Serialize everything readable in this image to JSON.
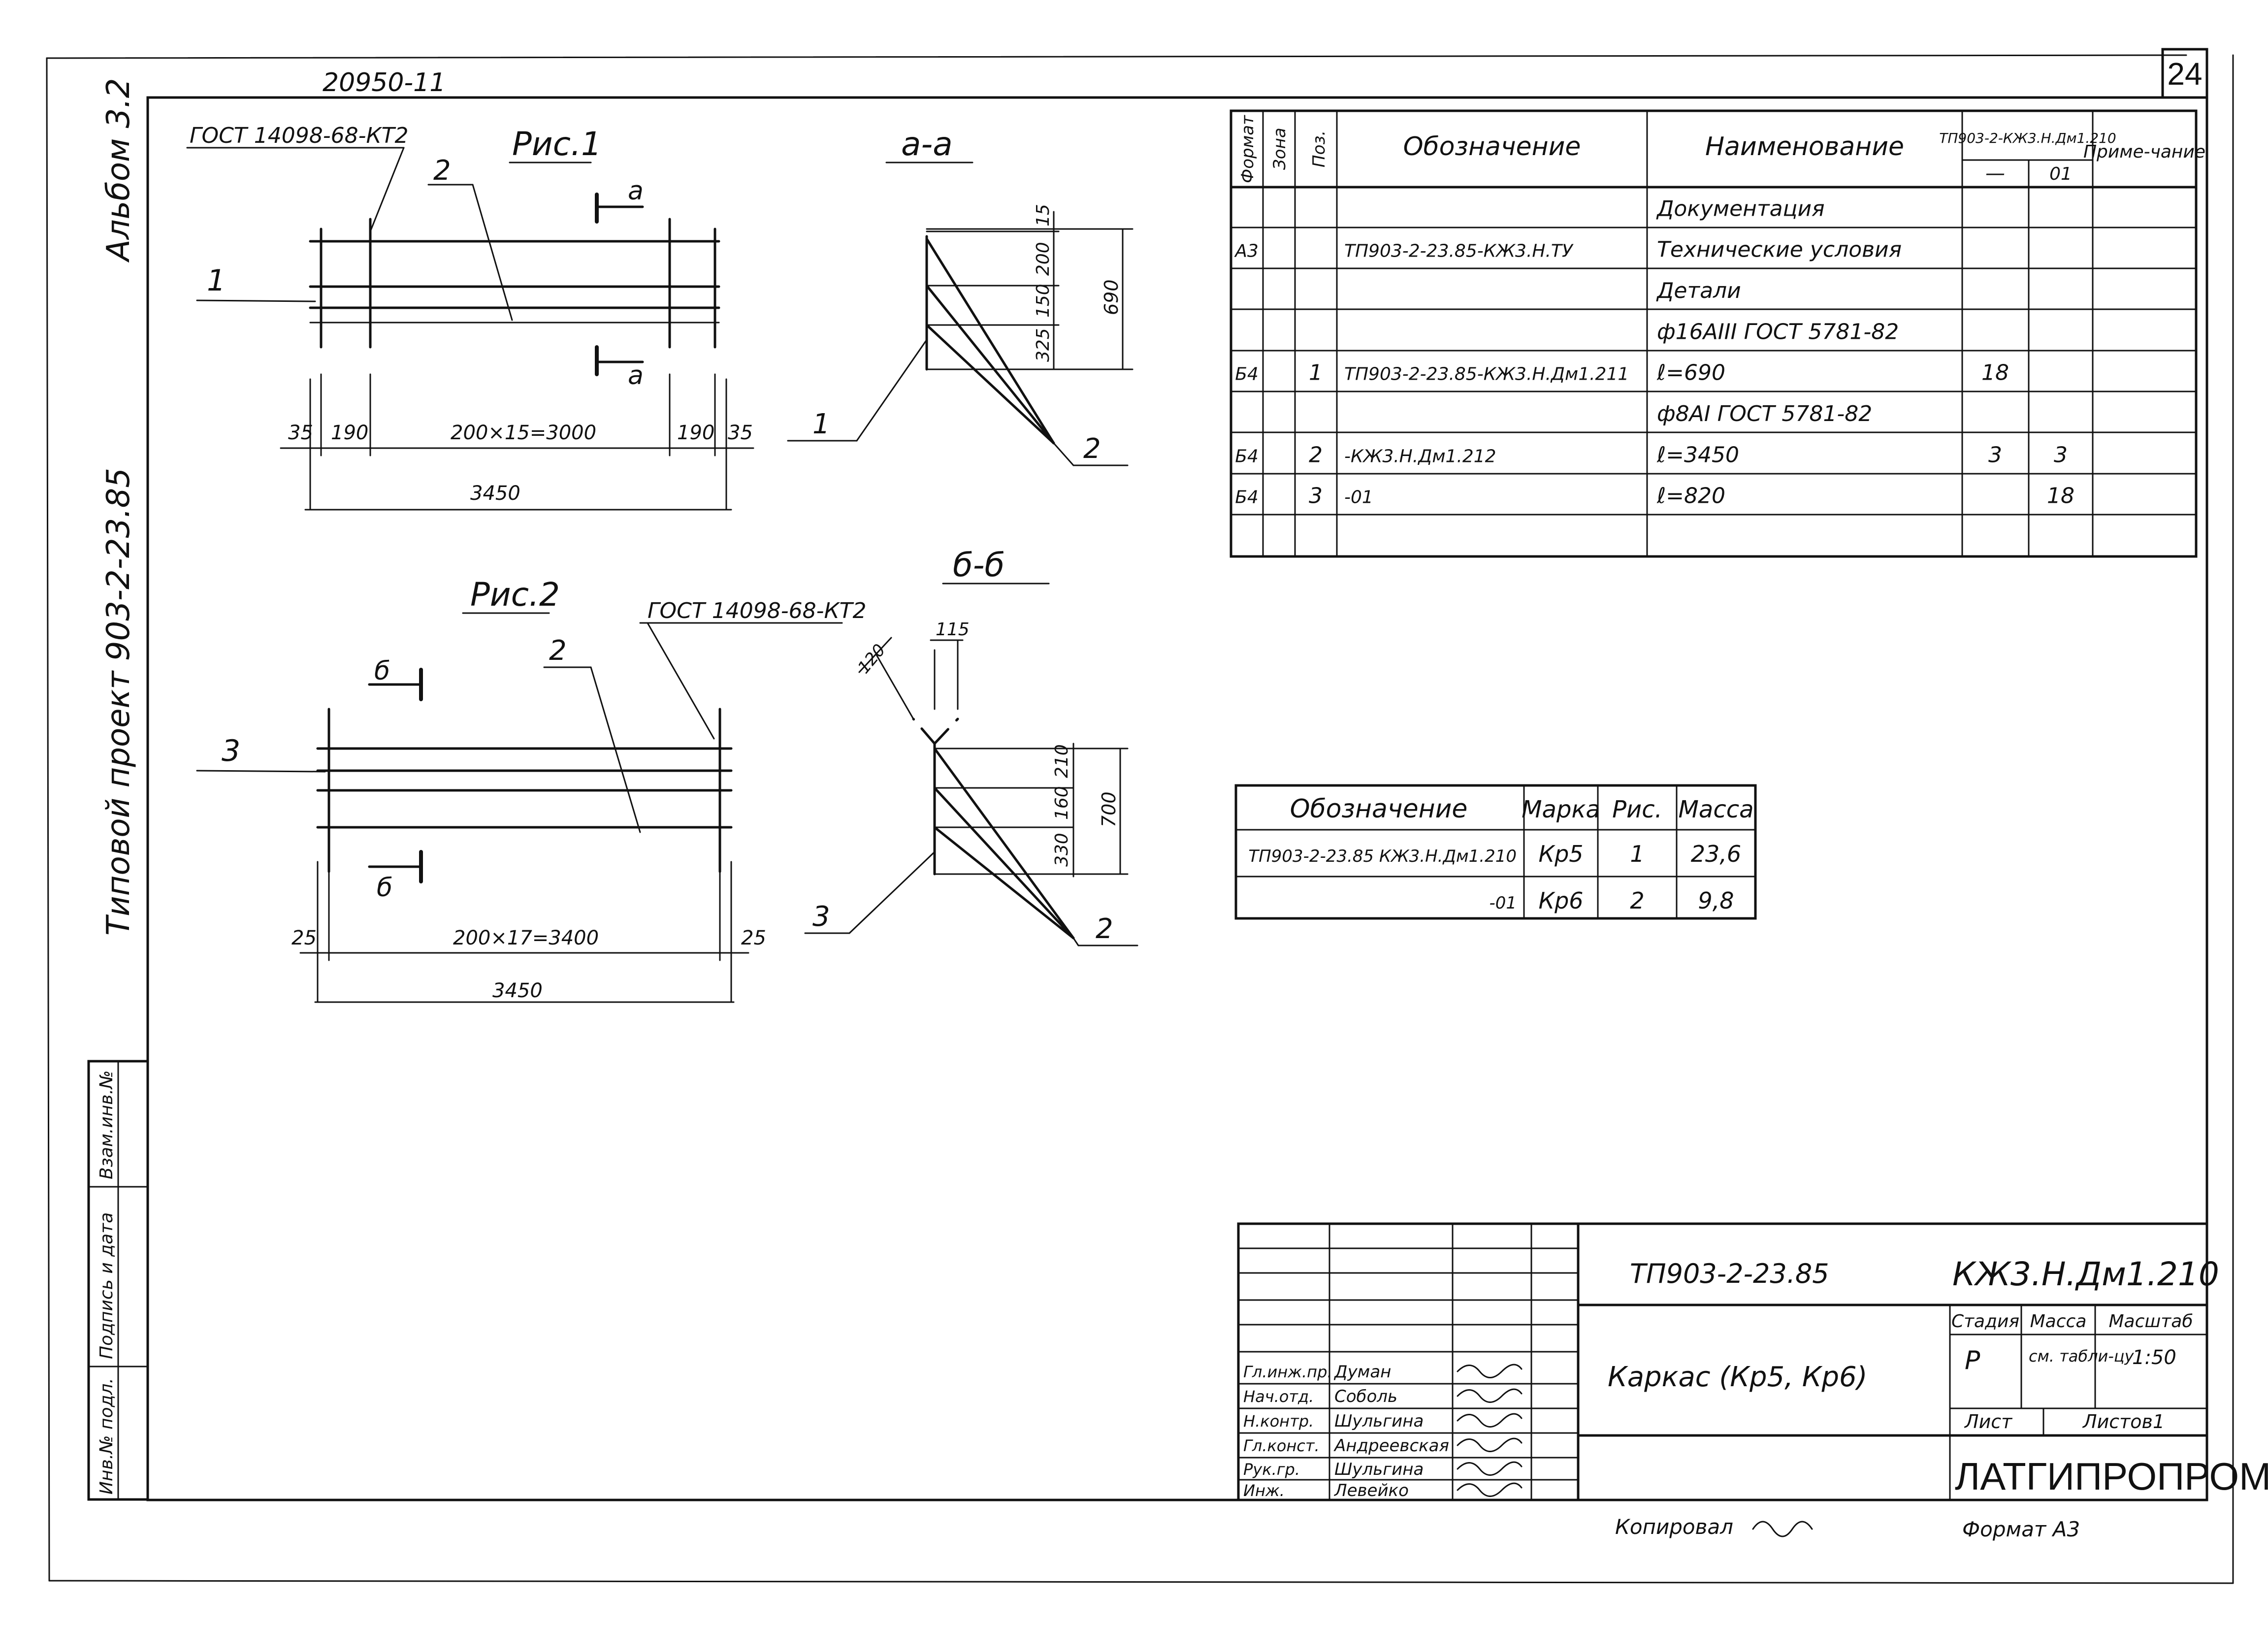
{
  "header": {
    "inventory_no": "20950-11",
    "sheet_no": "24"
  },
  "side_stamp": {
    "album": "Альбом 3.2",
    "project": "Типовой проект 903-2-23.85",
    "cells": [
      "Взам.инв.№",
      "Подпись и дата",
      "Инв.№ подл."
    ]
  },
  "fig1": {
    "title": "Рис.1",
    "gost": "ГОСТ 14098-68-КТ2",
    "section_mark": "а",
    "section_title": "а-а",
    "labels": [
      "1",
      "2"
    ],
    "dims": {
      "left_edge": "35",
      "left_step": "190",
      "middle": "200×15=3000",
      "right_step": "190",
      "right_edge": "35",
      "total": "3450"
    },
    "section_dims": {
      "top": "15",
      "d1": "200",
      "d2": "150",
      "d3": "325",
      "total": "690"
    },
    "section_labels": [
      "1",
      "2"
    ]
  },
  "fig2": {
    "title": "Рис.2",
    "gost": "ГОСТ 14098-68-КТ2",
    "section_mark": "б",
    "section_title": "б-б",
    "labels": [
      "3",
      "2"
    ],
    "dims": {
      "left_edge": "25",
      "middle": "200×17=3400",
      "right_edge": "25",
      "total": "3450"
    },
    "section_dims": {
      "slope": "120",
      "top": "115",
      "d1": "210",
      "d2": "160",
      "d3": "330",
      "total": "700"
    },
    "section_labels": [
      "3",
      "2"
    ]
  },
  "spec_table": {
    "headers": {
      "format": "Формат",
      "zone": "Зона",
      "pos": "Поз.",
      "designation": "Обозначение",
      "name": "Наименование",
      "qty_group": "ТП903-2-КЖ3.Н.Дм1.210",
      "qty_cols": [
        "—",
        "01"
      ],
      "note": "Приме-чание"
    },
    "rows": [
      {
        "format": "",
        "zone": "",
        "pos": "",
        "designation": "",
        "name": "Документация",
        "q1": "",
        "q2": "",
        "note": ""
      },
      {
        "format": "А3",
        "zone": "",
        "pos": "",
        "designation": "ТП903-2-23.85-КЖ3.Н.ТУ",
        "name": "Технические условия",
        "q1": "",
        "q2": "",
        "note": ""
      },
      {
        "format": "",
        "zone": "",
        "pos": "",
        "designation": "",
        "name": "Детали",
        "q1": "",
        "q2": "",
        "note": ""
      },
      {
        "format": "",
        "zone": "",
        "pos": "",
        "designation": "",
        "name": "ф16АIII ГОСТ 5781-82",
        "q1": "",
        "q2": "",
        "note": ""
      },
      {
        "format": "Б4",
        "zone": "",
        "pos": "1",
        "designation": "ТП903-2-23.85-КЖ3.Н.Дм1.211",
        "name": "ℓ=690",
        "q1": "18",
        "q2": "",
        "note": ""
      },
      {
        "format": "",
        "zone": "",
        "pos": "",
        "designation": "",
        "name": "ф8АI ГОСТ 5781-82",
        "q1": "",
        "q2": "",
        "note": ""
      },
      {
        "format": "Б4",
        "zone": "",
        "pos": "2",
        "designation": "-КЖ3.Н.Дм1.212",
        "name": "ℓ=3450",
        "q1": "3",
        "q2": "3",
        "note": ""
      },
      {
        "format": "Б4",
        "zone": "",
        "pos": "3",
        "designation": "-01",
        "name": "ℓ=820",
        "q1": "",
        "q2": "18",
        "note": ""
      },
      {
        "format": "",
        "zone": "",
        "pos": "",
        "designation": "",
        "name": "",
        "q1": "",
        "q2": "",
        "note": ""
      }
    ]
  },
  "mark_table": {
    "headers": [
      "Обозначение",
      "Марка",
      "Рис.",
      "Масса"
    ],
    "rows": [
      {
        "designation": "ТП903-2-23.85 КЖ3.Н.Дм1.210",
        "mark": "Кр5",
        "fig": "1",
        "mass": "23,6"
      },
      {
        "designation": "-01",
        "mark": "Кр6",
        "fig": "2",
        "mass": "9,8"
      }
    ]
  },
  "title_block": {
    "project_code": "ТП903-2-23.85",
    "doc_code": "КЖ3.Н.Дм1.210",
    "title": "Каркас (Кр5, Кр6)",
    "stage_label": "Стадия",
    "mass_label": "Масса",
    "scale_label": "Масштаб",
    "stage": "Р",
    "mass": "см. табли-цу",
    "scale": "1:50",
    "sheet_label": "Лист",
    "sheets_label": "Листов1",
    "org": "ЛАТГИПРОПРОМ",
    "people": [
      {
        "role": "Гл.инж.пр.",
        "name": "Думан"
      },
      {
        "role": "Нач.отд.",
        "name": "Соболь"
      },
      {
        "role": "Н.контр.",
        "name": "Шульгина"
      },
      {
        "role": "Гл.конст.",
        "name": "Андреевская"
      },
      {
        "role": "Рук.гр.",
        "name": "Шульгина"
      },
      {
        "role": "Инж.",
        "name": "Левейко"
      }
    ]
  },
  "footer": {
    "copied": "Копировал",
    "format": "Формат А3"
  }
}
